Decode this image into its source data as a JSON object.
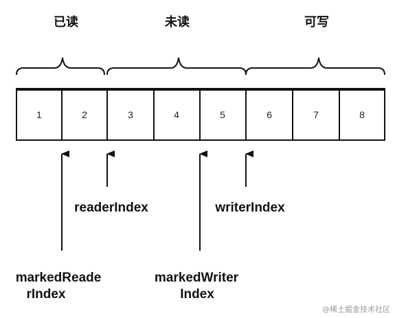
{
  "regions": {
    "read": "已读",
    "unread": "未读",
    "writable": "可写"
  },
  "cells": [
    "1",
    "2",
    "3",
    "4",
    "5",
    "6",
    "7",
    "8"
  ],
  "pointers": {
    "reader_index": "readerIndex",
    "writer_index": "writerIndex",
    "marked_reader_line1": "markedReade",
    "marked_reader_line2": "rIndex",
    "marked_writer_line1": "markedWriter",
    "marked_writer_line2": "Index"
  },
  "watermark": "@稀土掘金技术社区"
}
